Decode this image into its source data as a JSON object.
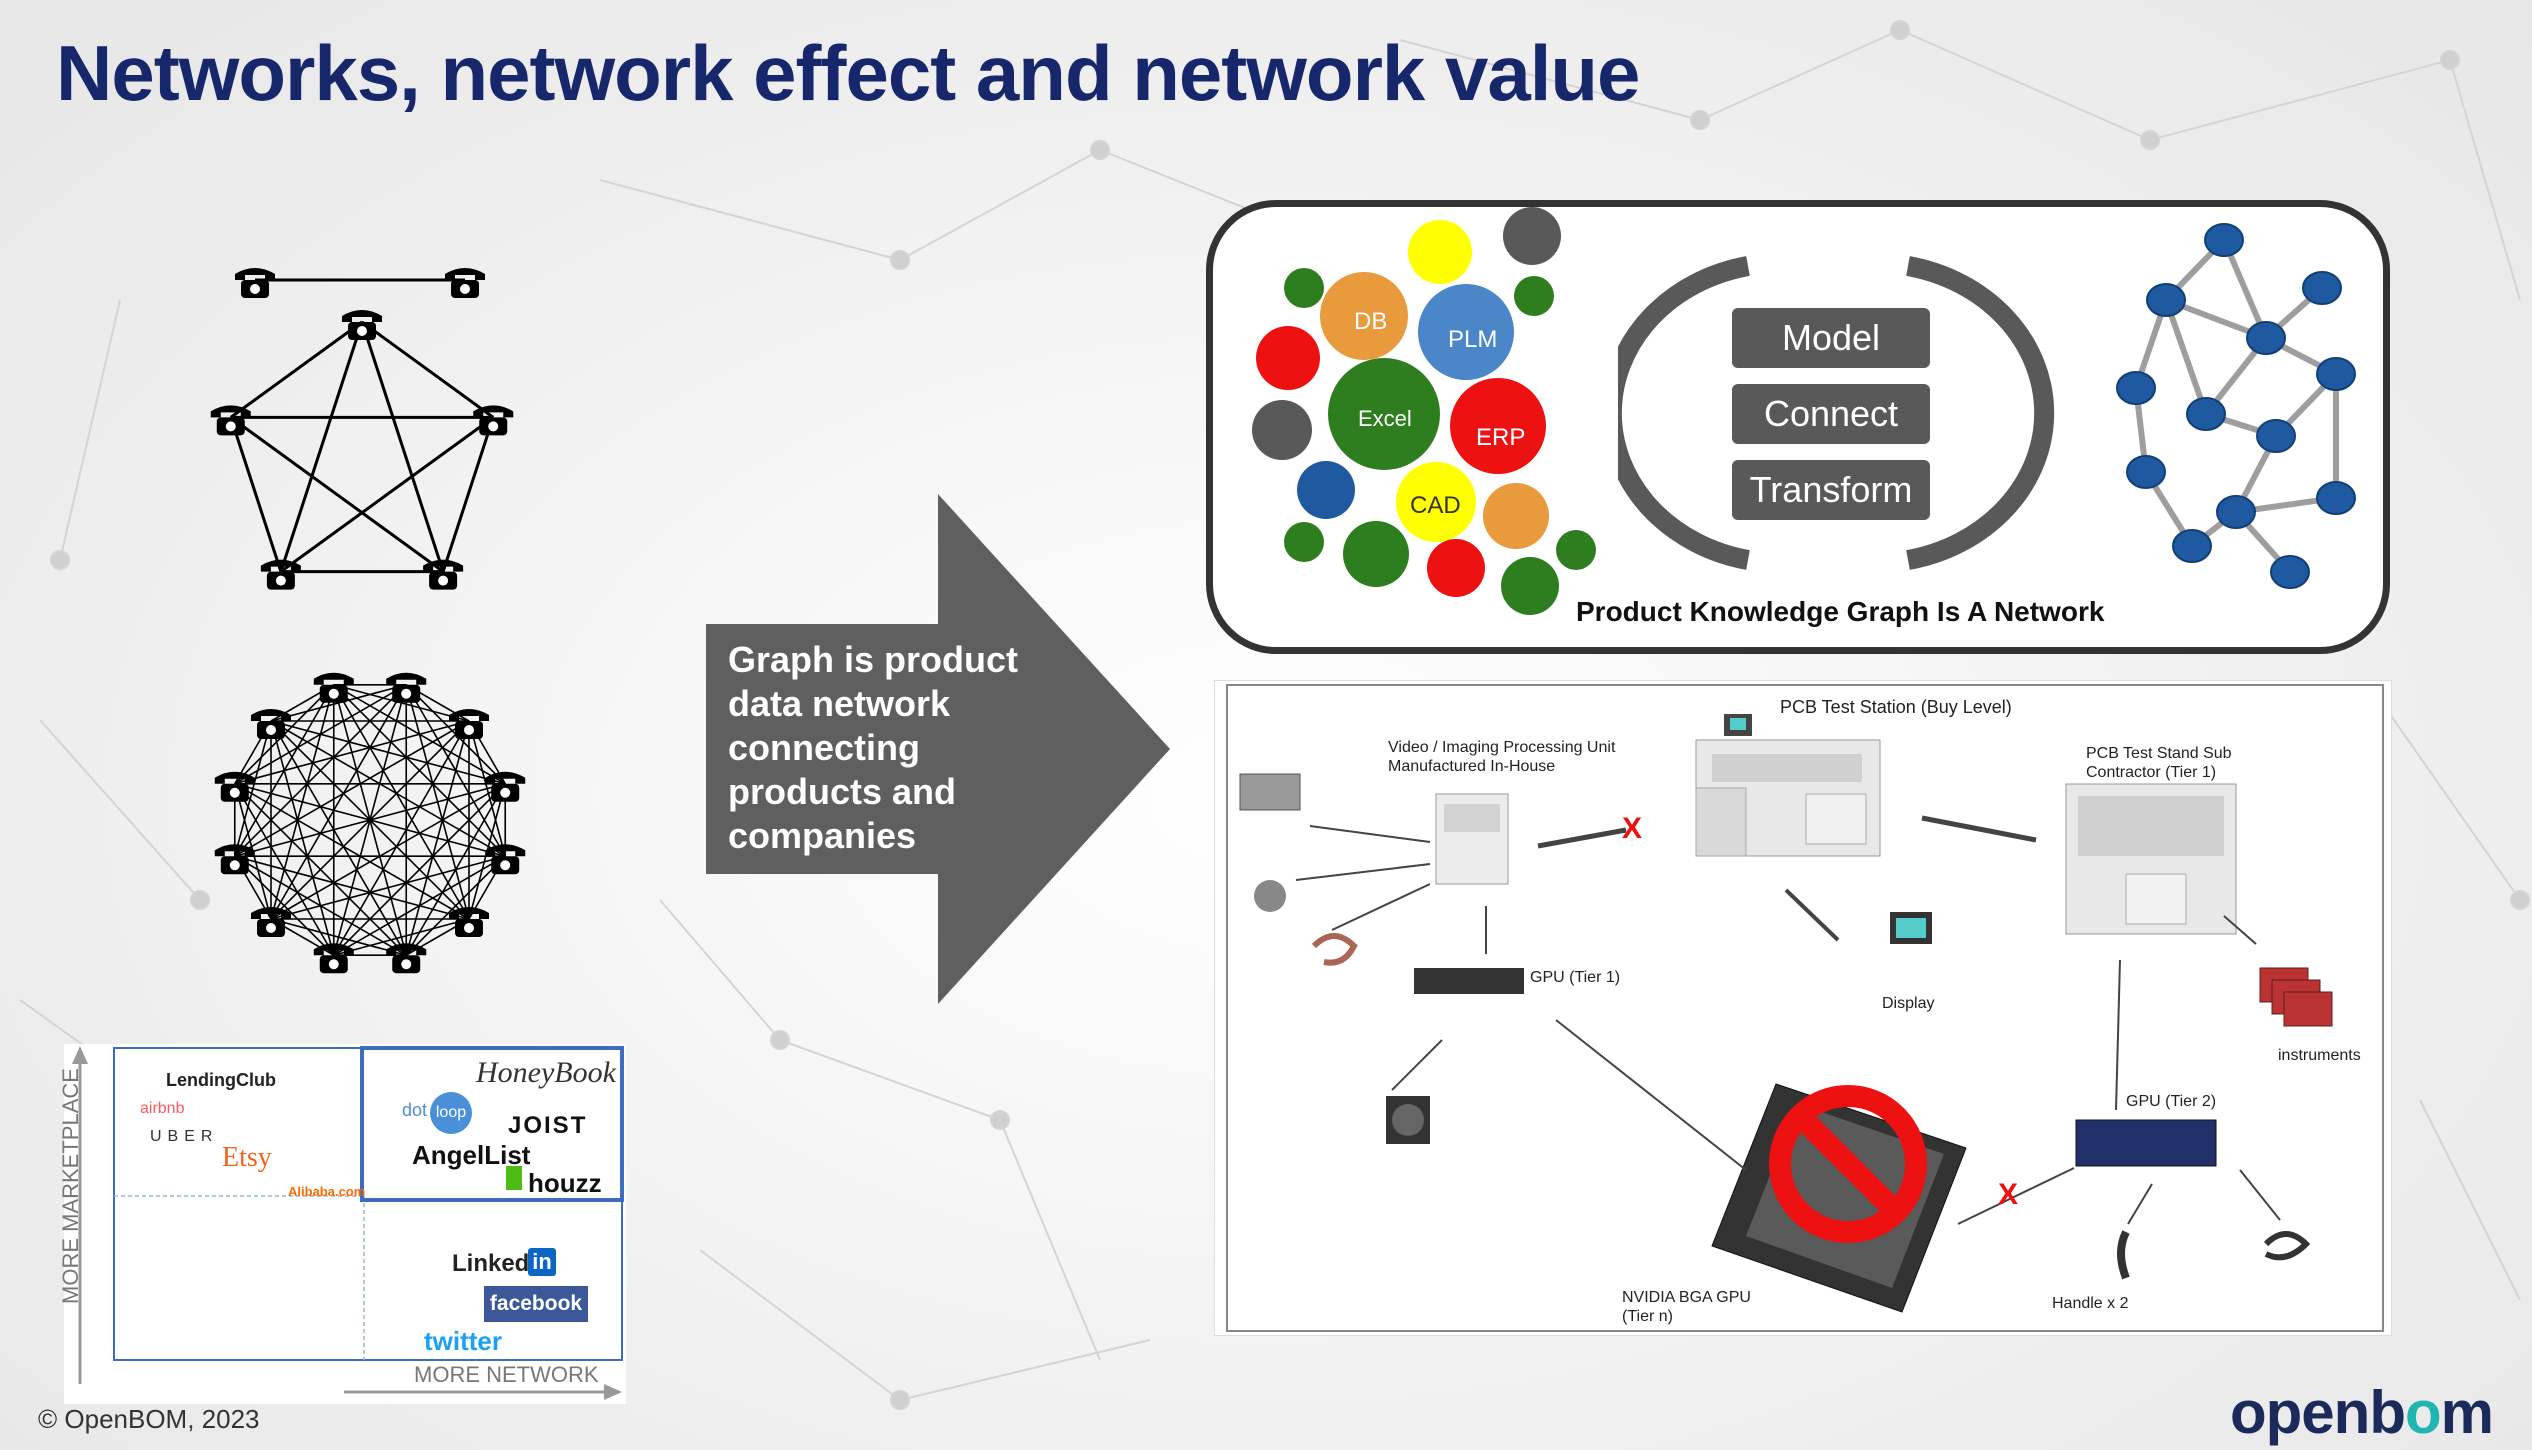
{
  "title": "Networks, network effect and network value",
  "arrow_text": "Graph is product data network connecting products and companies",
  "pkg": {
    "bubbles": [
      "DB",
      "PLM",
      "Excel",
      "ERP",
      "CAD"
    ],
    "steps": [
      "Model",
      "Connect",
      "Transform"
    ],
    "caption": "Product Knowledge Graph Is A Network"
  },
  "bom": {
    "pcb_station": "PCB Test Station (Buy Level)",
    "video_unit": "Video / Imaging Processing Unit\nManufactured In-House",
    "sub_contractor": "PCB Test Stand Sub\nContractor (Tier 1)",
    "gpu_tier1": "GPU (Tier 1)",
    "display": "Display",
    "instruments": "instruments",
    "gpu_tier2": "GPU (Tier 2)",
    "nvidia": "NVIDIA BGA GPU\n(Tier n)",
    "handle": "Handle x 2",
    "x_mark": "X"
  },
  "market": {
    "y_axis": "MORE MARKETPLACE",
    "x_axis": "MORE NETWORK",
    "logos": {
      "lendingclub": "LendingClub",
      "airbnb": "airbnb",
      "uber": "UBER",
      "etsy": "Etsy",
      "alibaba": "Alibaba.com",
      "honeybook": "HoneyBook",
      "dotloop_dot": "dot",
      "dotloop_loop": "loop",
      "joist": "JOIST",
      "angellist": "AngelList",
      "houzz": "houzz",
      "linkedin": "Linked",
      "linkedin_in": "in",
      "facebook": "facebook",
      "twitter": "twitter"
    }
  },
  "footer": "© OpenBOM, 2023",
  "brand": {
    "a": "openb",
    "o": "o",
    "b": "m"
  },
  "colors": {
    "title": "#16276b",
    "arrow": "#5f5f5f",
    "pill": "#595959",
    "node_blue": "#1f5aa0"
  }
}
